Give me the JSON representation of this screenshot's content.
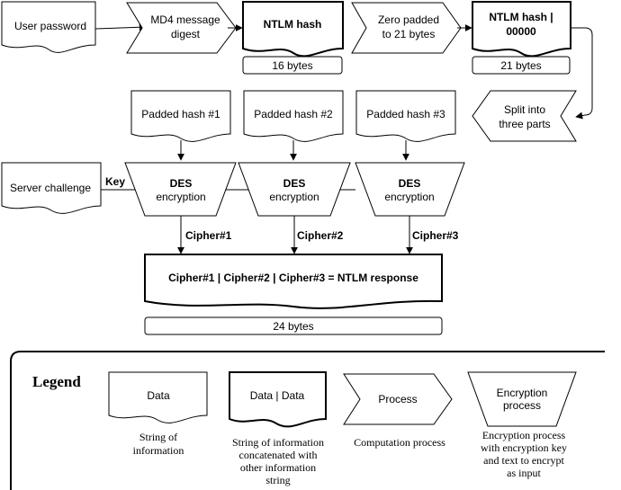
{
  "nodes": {
    "user_password": "User password",
    "md4_l1": "MD4 message",
    "md4_l2": "digest",
    "ntlm_hash": "NTLM hash",
    "ntlm_hash_size": "16 bytes",
    "zero_pad_l1": "Zero padded",
    "zero_pad_l2": "to 21 bytes",
    "ntlm_hash00_l1": "NTLM hash |",
    "ntlm_hash00_l2": "00000",
    "ntlm_hash00_size": "21 bytes",
    "split_l1": "Split into",
    "split_l2": "three parts",
    "padded1": "Padded hash #1",
    "padded2": "Padded hash #2",
    "padded3": "Padded hash #3",
    "server_challenge": "Server challenge",
    "key_label": "Key",
    "des_bold": "DES",
    "des_sub": "encryption",
    "cipher1": "Cipher#1",
    "cipher2": "Cipher#2",
    "cipher3": "Cipher#3",
    "response": "Cipher#1 | Cipher#2 | Cipher#3  = NTLM response",
    "response_size": "24 bytes"
  },
  "legend": {
    "title": "Legend",
    "data_label": "Data",
    "data_desc_l1": "String of",
    "data_desc_l2": "information",
    "concat_label": "Data | Data",
    "concat_desc_l1": "String of information",
    "concat_desc_l2": "concatenated with",
    "concat_desc_l3": "other information",
    "concat_desc_l4": "string",
    "process_label": "Process",
    "process_desc": "Computation process",
    "enc_label_l1": "Encryption",
    "enc_label_l2": "process",
    "enc_desc_l1": "Encryption process",
    "enc_desc_l2": "with encryption key",
    "enc_desc_l3": "and text to encrypt",
    "enc_desc_l4": "as input"
  }
}
